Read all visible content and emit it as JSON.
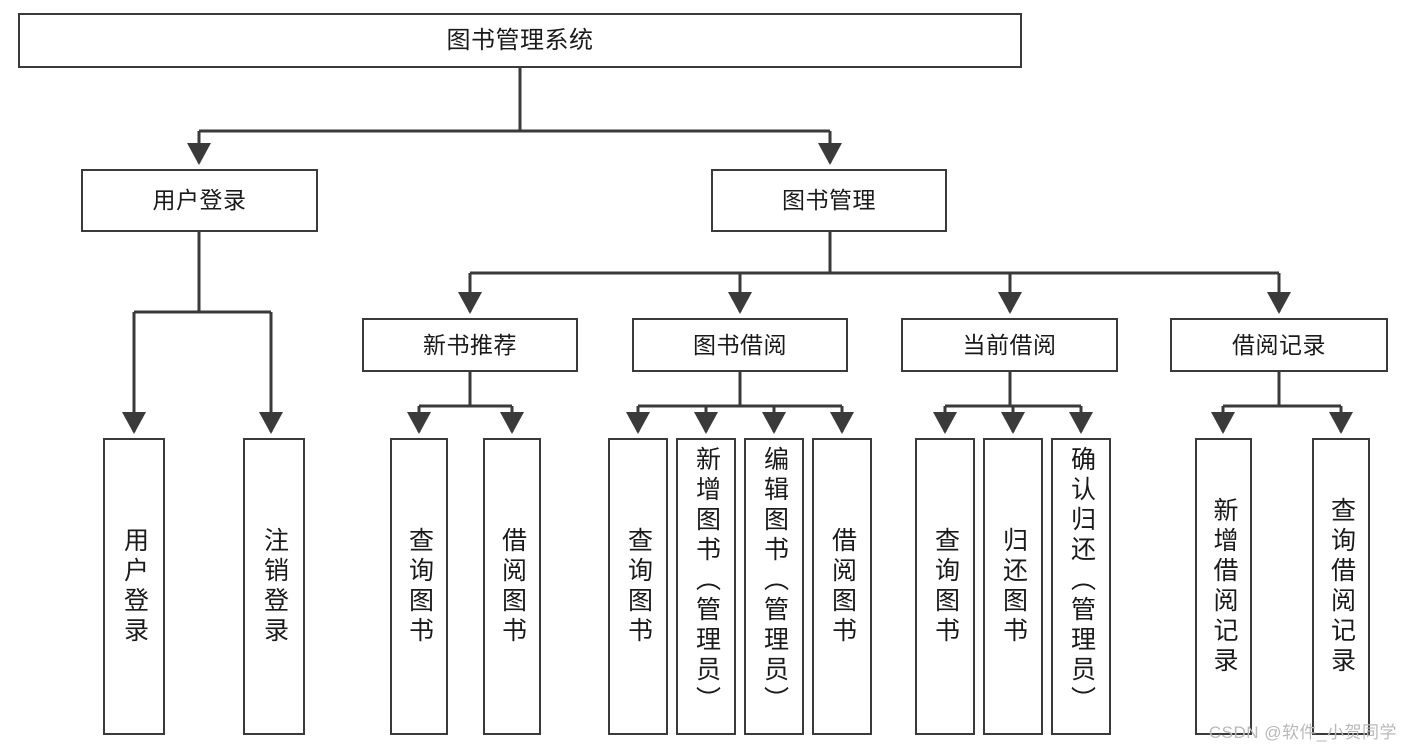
{
  "diagram": {
    "title": "图书管理系统",
    "type": "tree",
    "root": {
      "label": "图书管理系统"
    },
    "level2": [
      {
        "label": "用户登录"
      },
      {
        "label": "图书管理"
      }
    ],
    "level3": [
      {
        "label": "新书推荐"
      },
      {
        "label": "图书借阅"
      },
      {
        "label": "当前借阅"
      },
      {
        "label": "借阅记录"
      }
    ],
    "leaves_user_login": [
      {
        "label": "用户登录"
      },
      {
        "label": "注销登录"
      }
    ],
    "leaves_new_book": [
      {
        "label": "查询图书"
      },
      {
        "label": "借阅图书"
      }
    ],
    "leaves_borrow": [
      {
        "label": "查询图书"
      },
      {
        "label": "新增图书（管理员）"
      },
      {
        "label": "编辑图书（管理员）"
      },
      {
        "label": "借阅图书"
      }
    ],
    "leaves_current": [
      {
        "label": "查询图书"
      },
      {
        "label": "归还图书"
      },
      {
        "label": "确认归还（管理员）"
      }
    ],
    "leaves_record": [
      {
        "label": "新增借阅记录"
      },
      {
        "label": "查询借阅记录"
      }
    ]
  },
  "watermark": {
    "text": "CSDN @软件_小贺同学"
  },
  "colors": {
    "box_border": "#3a3a3a",
    "box_fill": "#ffffff",
    "connector": "#3a3a3a",
    "text": "#1a1a1a",
    "watermark": "#b9b9b9",
    "background": "#ffffff"
  }
}
